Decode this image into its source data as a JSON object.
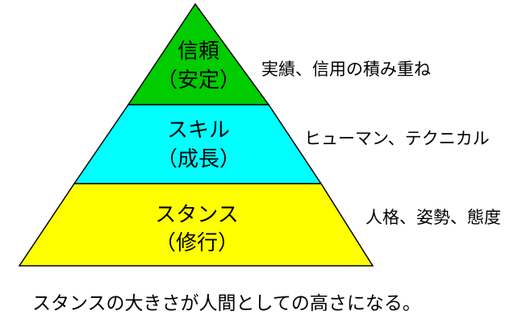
{
  "pyramid": {
    "tiers": [
      {
        "title": "信頼",
        "subtitle": "（安定）",
        "note": "実績、信用の積み重ね",
        "color": "#00cc00"
      },
      {
        "title": "スキル",
        "subtitle": "（成長）",
        "note": "ヒューマン、テクニカル",
        "color": "#00ffff"
      },
      {
        "title": "スタンス",
        "subtitle": "（修行）",
        "note": "人格、姿勢、態度",
        "color": "#ffff00"
      }
    ],
    "outline_color": "#000000"
  },
  "caption": "スタンスの大きさが人間としての高さになる。"
}
